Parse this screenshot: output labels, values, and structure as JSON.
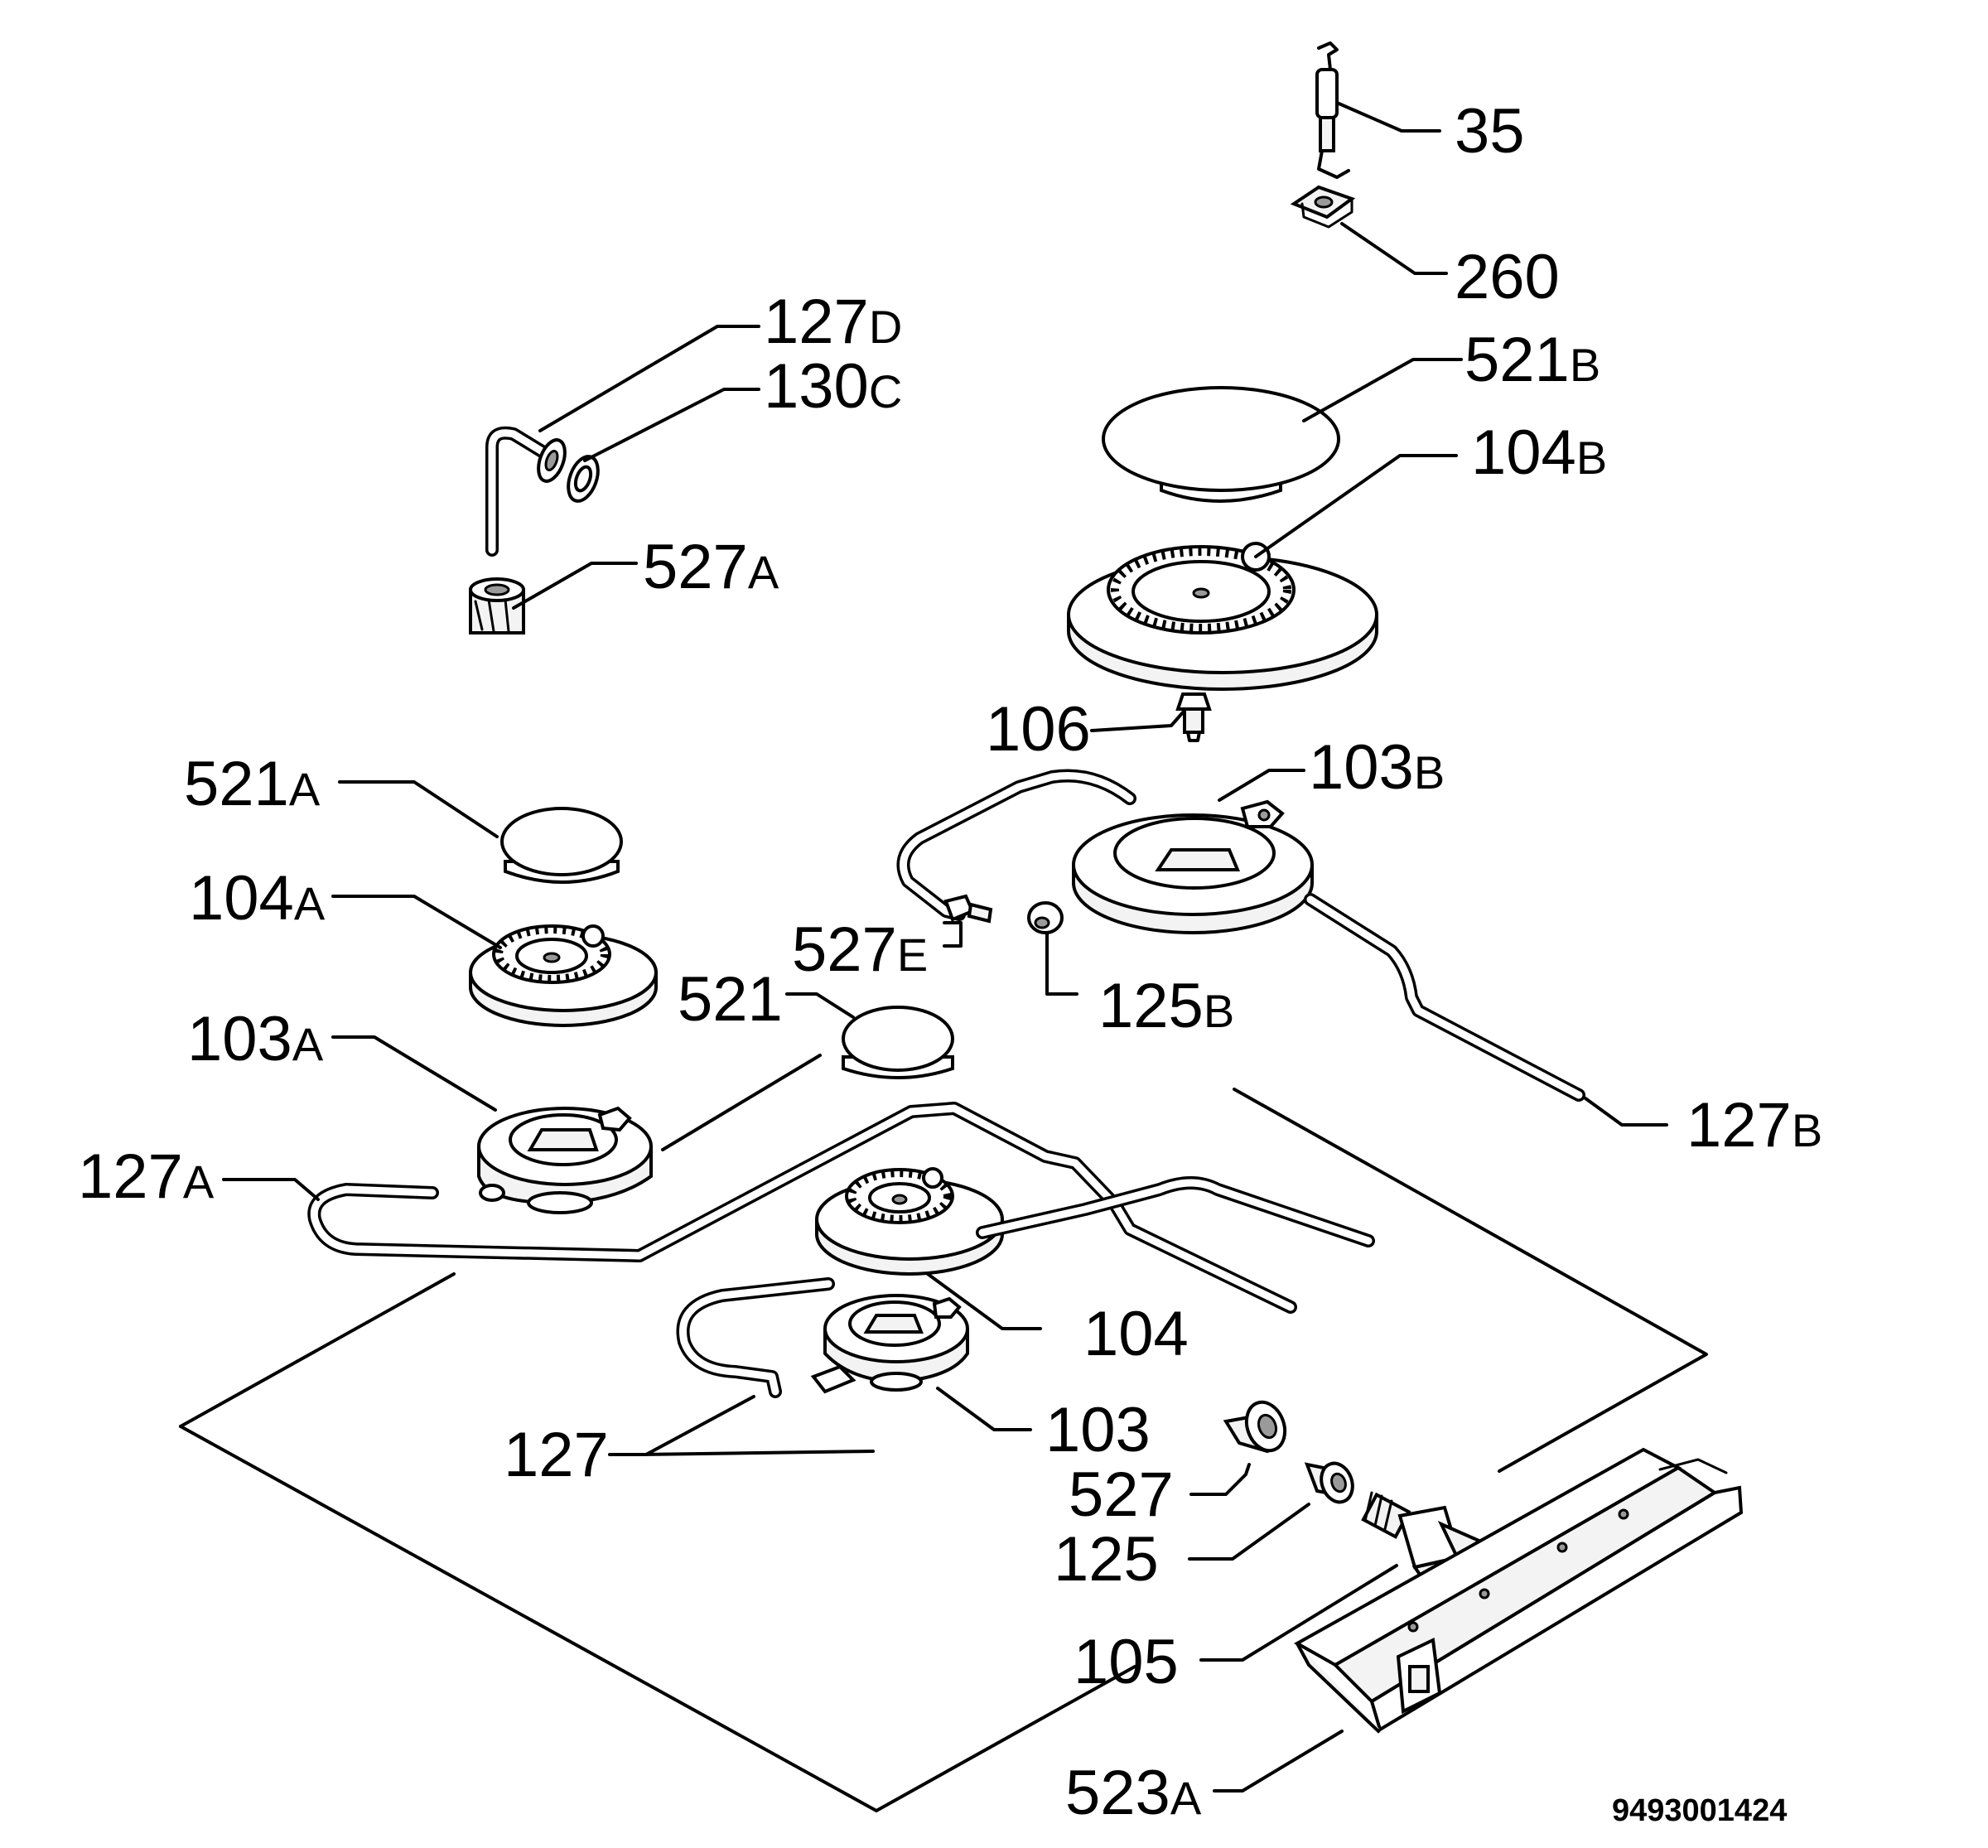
{
  "labels": {
    "p35": {
      "num": "35",
      "suffix": ""
    },
    "p260": {
      "num": "260",
      "suffix": ""
    },
    "p127d": {
      "num": "127",
      "suffix": "D"
    },
    "p130c": {
      "num": "130",
      "suffix": "C"
    },
    "p521b": {
      "num": "521",
      "suffix": "B"
    },
    "p104b": {
      "num": "104",
      "suffix": "B"
    },
    "p527a": {
      "num": "527",
      "suffix": "A"
    },
    "p106": {
      "num": "106",
      "suffix": ""
    },
    "p103b": {
      "num": "103",
      "suffix": "B"
    },
    "p521a": {
      "num": "521",
      "suffix": "A"
    },
    "p104a": {
      "num": "104",
      "suffix": "A"
    },
    "p527e": {
      "num": "527",
      "suffix": "E"
    },
    "p125b": {
      "num": "125",
      "suffix": "B"
    },
    "p521": {
      "num": "521",
      "suffix": ""
    },
    "p103a": {
      "num": "103",
      "suffix": "A"
    },
    "p127b": {
      "num": "127",
      "suffix": "B"
    },
    "p127a": {
      "num": "127",
      "suffix": "A"
    },
    "p104": {
      "num": "104",
      "suffix": ""
    },
    "p103": {
      "num": "103",
      "suffix": ""
    },
    "p127": {
      "num": "127",
      "suffix": ""
    },
    "p527": {
      "num": "527",
      "suffix": ""
    },
    "p125": {
      "num": "125",
      "suffix": ""
    },
    "p105": {
      "num": "105",
      "suffix": ""
    },
    "p523a": {
      "num": "523",
      "suffix": "A"
    }
  },
  "document_id": "9493001424"
}
